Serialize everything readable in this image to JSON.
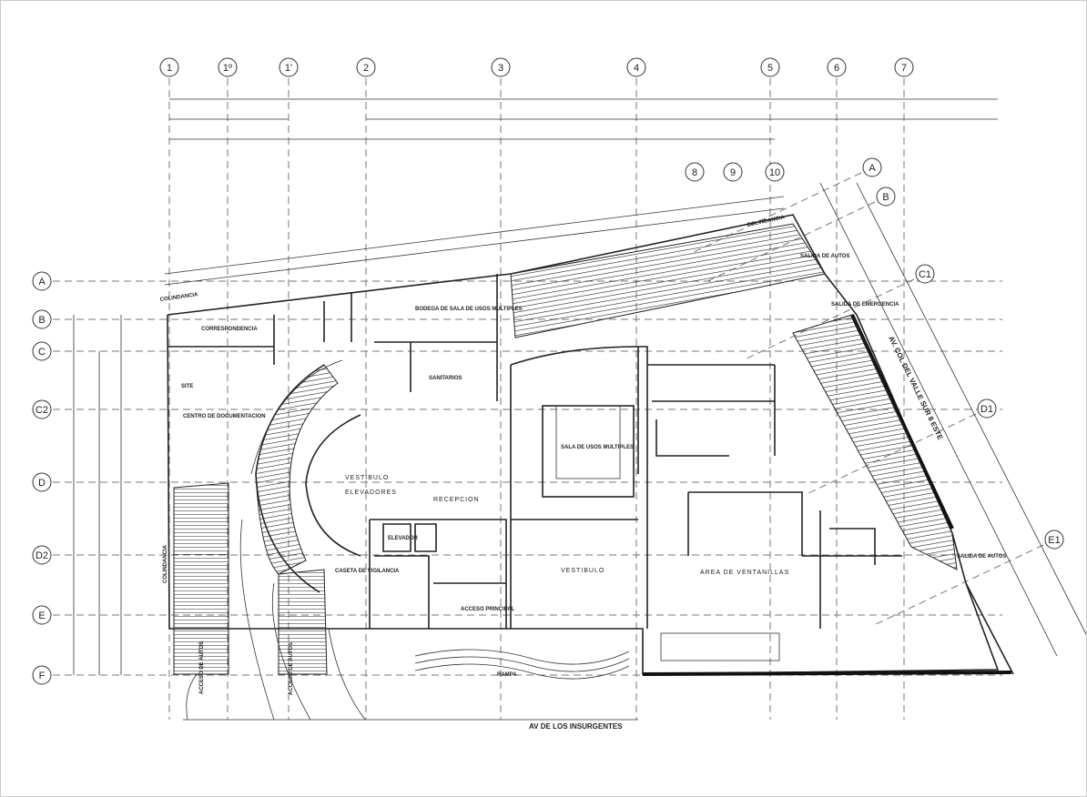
{
  "grid": {
    "columns": [
      "1",
      "1º",
      "1'",
      "2",
      "3",
      "4",
      "5",
      "6",
      "7"
    ],
    "columns_secondary": [
      "8",
      "9",
      "10"
    ],
    "rows": [
      "A",
      "B",
      "C",
      "C2",
      "D",
      "D2",
      "E",
      "F"
    ],
    "diagonal": [
      "A",
      "B",
      "C1",
      "D1",
      "E1"
    ]
  },
  "labels": {
    "colindancia_left": "COLINDANCIA",
    "colindancia_top": "COLINDANCIA",
    "colindancia_side": "COLINDANCIA",
    "bodega": "BODEGA DE SALA DE USOS MULTIPLES",
    "correspondencia": "CORRESPONDENCIA",
    "centro_doc": "CENTRO DE DOCUMENTACION",
    "site": "SITE",
    "vestibulo_elev_1": "VESTIBULO",
    "vestibulo_elev_2": "ELEVADORES",
    "recepcion": "RECEPCION",
    "sala_usos": "SALA DE USOS MULTIPLES",
    "vestibulo": "VESTIBULO",
    "ventanillas": "AREA DE VENTANILLAS",
    "caseta": "CASETA DE VIGILANCIA",
    "acceso_principal": "ACCESO PRINCIPAL",
    "acceso_autos_1": "ACCESO DE AUTOS",
    "acceso_autos_2": "ACCESO DE AUTOS",
    "salida_autos_top": "SALIDA DE AUTOS",
    "salida_autos_bottom": "SALIDA DE AUTOS",
    "salida_emergencia": "SALIDA DE EMERGENCIA",
    "elevador": "ELEVADOR",
    "sanitarios": "SANITARIOS",
    "rampa": "RAMPA",
    "street_bottom": "AV DE LOS INSURGENTES",
    "street_right": "AV. COL DEL VALLE SUR 8 ESTE"
  }
}
